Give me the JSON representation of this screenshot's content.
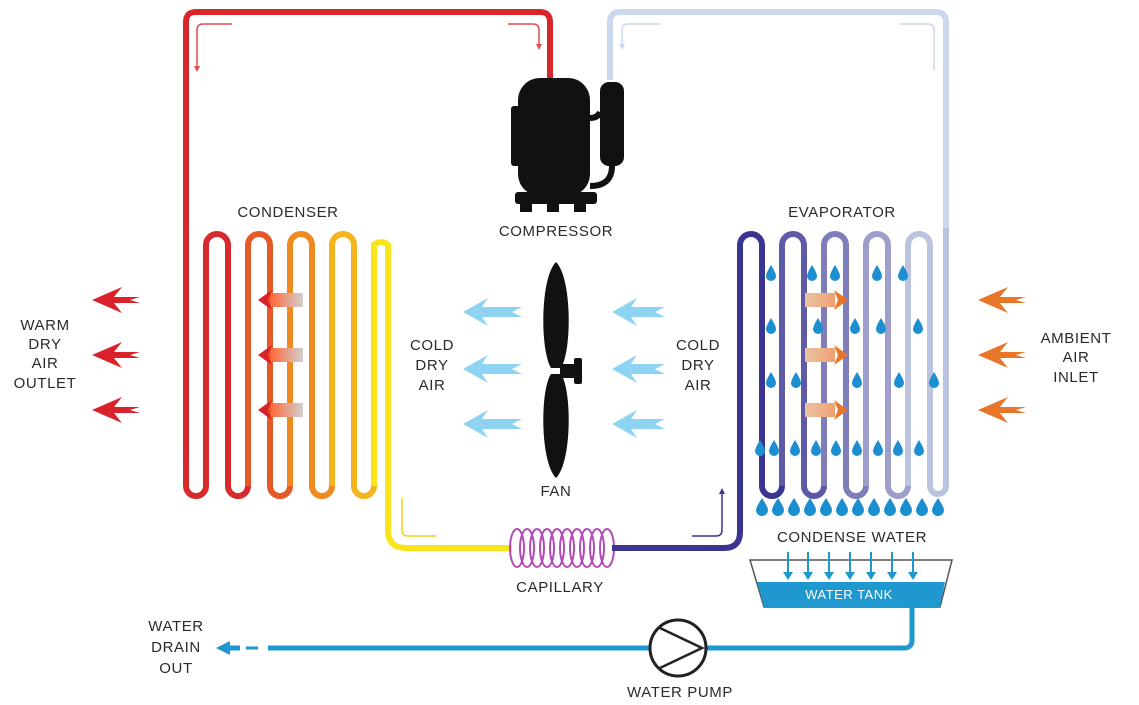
{
  "labels": {
    "condenser": "CONDENSER",
    "compressor": "COMPRESSOR",
    "evaporator": "EVAPORATOR",
    "fan": "FAN",
    "capillary": "CAPILLARY",
    "condense_water": "CONDENSE WATER",
    "water_tank": "WATER TANK",
    "water_pump": "WATER PUMP",
    "warm_dry_air_outlet": [
      "WARM",
      "DRY",
      "AIR",
      "OUTLET"
    ],
    "cold_dry_air_left": [
      "COLD",
      "DRY",
      "AIR"
    ],
    "cold_dry_air_right": [
      "COLD",
      "DRY",
      "AIR"
    ],
    "ambient_air_inlet": [
      "AMBIENT",
      "AIR",
      "INLET"
    ],
    "water_drain_out": [
      "WATER",
      "DRAIN",
      "OUT"
    ]
  },
  "colors": {
    "hot_pipe": "#d8262e",
    "cold_pipe": "#c9d8ec",
    "liquid_pipe": "#f7e51a",
    "low_pipe": "#3a3592",
    "capillary_coil": "#b24bb5",
    "water": "#1f97cf",
    "droplet": "#1d8fd0",
    "warm_arrow": "#d9222a",
    "cold_arrow": "#8fd3f2",
    "ambient_arrow": "#e8762a",
    "machine": "#111111"
  }
}
